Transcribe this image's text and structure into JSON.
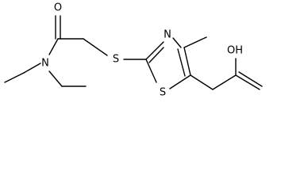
{
  "structure": {
    "atoms": {
      "carbonyl_oxygen": "O",
      "amide_nitrogen": "N",
      "thioether_sulfur": "S",
      "thiazole_nitrogen": "N",
      "thiazole_sulfur": "S",
      "hydroxyl": "OH"
    }
  }
}
